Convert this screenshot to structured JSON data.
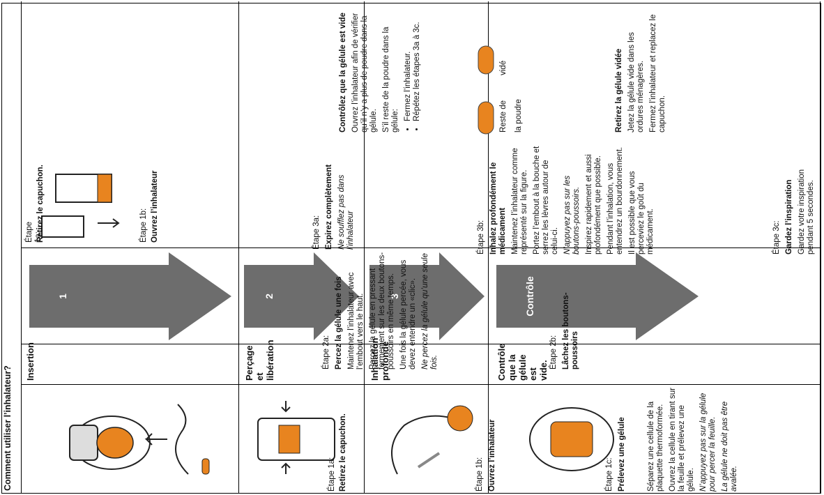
{
  "title": "Comment utiliser l’inhalateur?",
  "sections": [
    {
      "name": "Insertion",
      "arrow": "1"
    },
    {
      "name": "Perçage et libération",
      "arrow": "2"
    },
    {
      "name": "Inhalation profonde",
      "arrow": "3"
    },
    {
      "name": "Contrôle que la gélule est vide.",
      "arrow": "Contrôle"
    }
  ],
  "steps": {
    "s1a": {
      "label": "Étape 1a:",
      "heading": "Retirez le capuchon."
    },
    "s1b": {
      "label": "Étape 1b:",
      "heading": "Ouvrez l’inhalateur"
    },
    "s1c": {
      "label": "Étape 1c:",
      "heading": "Prélevez une gélule",
      "p1": "Séparez une cellule de la plaquette thermoformée.",
      "p2": "Ouvrez la cellule en tirant sur la feuille et prélevez une gélule.",
      "p3": "N’appuyez pas sur la gélule pour percer la feuille.",
      "p4": "La gélule ne doit pas être avalée."
    },
    "s2a": {
      "label": "Étape 2a:",
      "heading": "Percez la gélule une fois",
      "p1": "Maintenez l’inhalateur avec l’embout vers le haut.",
      "p2": "Percez la gélule en pressant fermement sur les deux boutons-poussoirs en même temps.",
      "p3": "Une fois la gélule percée, vous devez entendre un «clic».",
      "p4": "Ne percez la gélule qu’une seule fois."
    },
    "s2b": {
      "label": "Étape 2b:",
      "heading": "Lâchez les boutons-poussoirs"
    },
    "s3a": {
      "label": "Étape 3a:",
      "heading": "Expirez complètement",
      "p1": "Ne soufflez pas dans l’inhalateur"
    },
    "s3b": {
      "label": "Étape 3b:",
      "heading": "Inhalez profondément le médicament",
      "p1": "Maintenez l’inhalateur comme représenté sur la figure.",
      "p2": "Portez l’embout à la bouche et serrez les lèvres autour de celui-ci.",
      "p3": "N’appuyez pas sur les boutons-poussoirs.",
      "p4": "Inspirez rapidement et aussi profondément que possible.",
      "p5": "Pendant l’inhalation, vous entendrez un bourdonnement.",
      "p6": "Il est possible que vous perceviez le goût du médicament."
    },
    "s3c": {
      "label": "Étape 3c:",
      "heading": "Gardez l’inspiration",
      "p1": "Gardez votre inspiration pendant 5 secondes."
    },
    "check": {
      "heading": "Contrôlez que la gélule est vide",
      "p1": "Ouvrez l’inhalateur afin de vérifier qu’il n’y a plus de poudre dans la gélule.",
      "p2": "S’il reste de la poudre dans la gélule:",
      "b1": "Fermez l’inhalateur.",
      "b2": "Répétez les étapes 3a à 3c.",
      "caps_left_1": "Reste de",
      "caps_left_2": "la poudre",
      "caps_right": "vidé"
    },
    "remove": {
      "heading": "Retirez la gélule vidée",
      "p1": "Jetez la gélule vide dans les ordures ménagères.",
      "p2": "Fermez l’inhalateur et replacez le capuchon."
    }
  },
  "colors": {
    "arrow": "#6d6d6d",
    "accent": "#e8841f"
  }
}
